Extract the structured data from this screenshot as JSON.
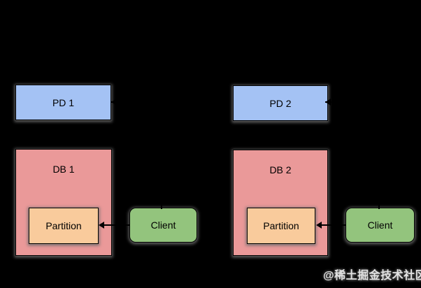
{
  "diagram": {
    "background_color": "#000000",
    "border_color": "#000000",
    "shadow_color": "#6e6e6e",
    "nodes": {
      "pd1": {
        "label": "PD 1",
        "fill": "#a4c2f4",
        "shape": "rect"
      },
      "pd2": {
        "label": "PD 2",
        "fill": "#a4c2f4",
        "shape": "rect"
      },
      "db1": {
        "label": "DB 1",
        "fill": "#ea9999",
        "shape": "rect"
      },
      "db2": {
        "label": "DB 2",
        "fill": "#ea9999",
        "shape": "rect"
      },
      "partition1": {
        "label": "Partition",
        "fill": "#f9cb9c",
        "shape": "rect",
        "parent": "db1"
      },
      "partition2": {
        "label": "Partition",
        "fill": "#f9cb9c",
        "shape": "rect",
        "parent": "db2"
      },
      "client1": {
        "label": "Client",
        "fill": "#93c47d",
        "shape": "rounded-rect"
      },
      "client2": {
        "label": "Client",
        "fill": "#93c47d",
        "shape": "rounded-rect"
      }
    },
    "edges": [
      {
        "from": "client1",
        "to": "partition1",
        "style": "arrow-left",
        "color": "#000000"
      },
      {
        "from": "client2",
        "to": "partition2",
        "style": "arrow-left",
        "color": "#000000"
      },
      {
        "from": "client1",
        "to": "pd1",
        "style": "elbow-arrow",
        "color": "#000000"
      },
      {
        "from": "client2",
        "to": "pd2",
        "style": "elbow-arrow",
        "color": "#000000"
      }
    ],
    "watermark": {
      "text": "@稀土掘金技术社区",
      "color": "#e3e3e3"
    }
  }
}
